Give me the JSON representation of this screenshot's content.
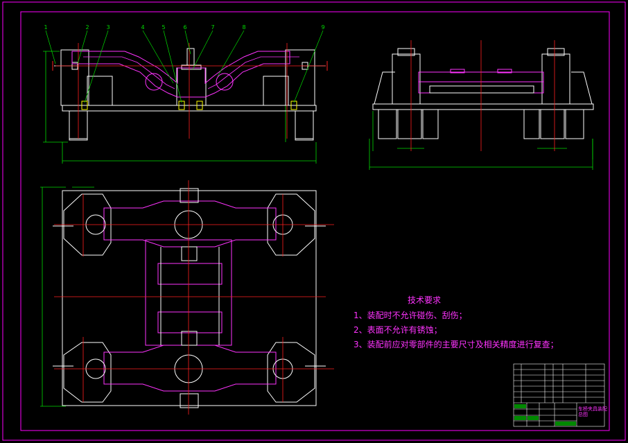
{
  "drawing": {
    "colors": {
      "background": "#000000",
      "frame": "#ff00ff",
      "outline": "#ffffff",
      "centerline": "#ff2020",
      "dimension": "#00dd00",
      "part": "#ff33ff",
      "hole": "#ffff00"
    },
    "balloons": [
      "1",
      "2",
      "3",
      "4",
      "5",
      "6",
      "7",
      "8",
      "9"
    ]
  },
  "tech_requirements": {
    "title": "技术要求",
    "items": [
      "1、装配时不允许碰伤、刮伤；",
      "2、表面不允许有锈蚀；",
      "3、装配前应对零部件的主要尺寸及相关精度进行复查；"
    ]
  },
  "title_block": {
    "drawing_title_line1": "车桥夹具装配",
    "drawing_title_line2": "总图"
  }
}
